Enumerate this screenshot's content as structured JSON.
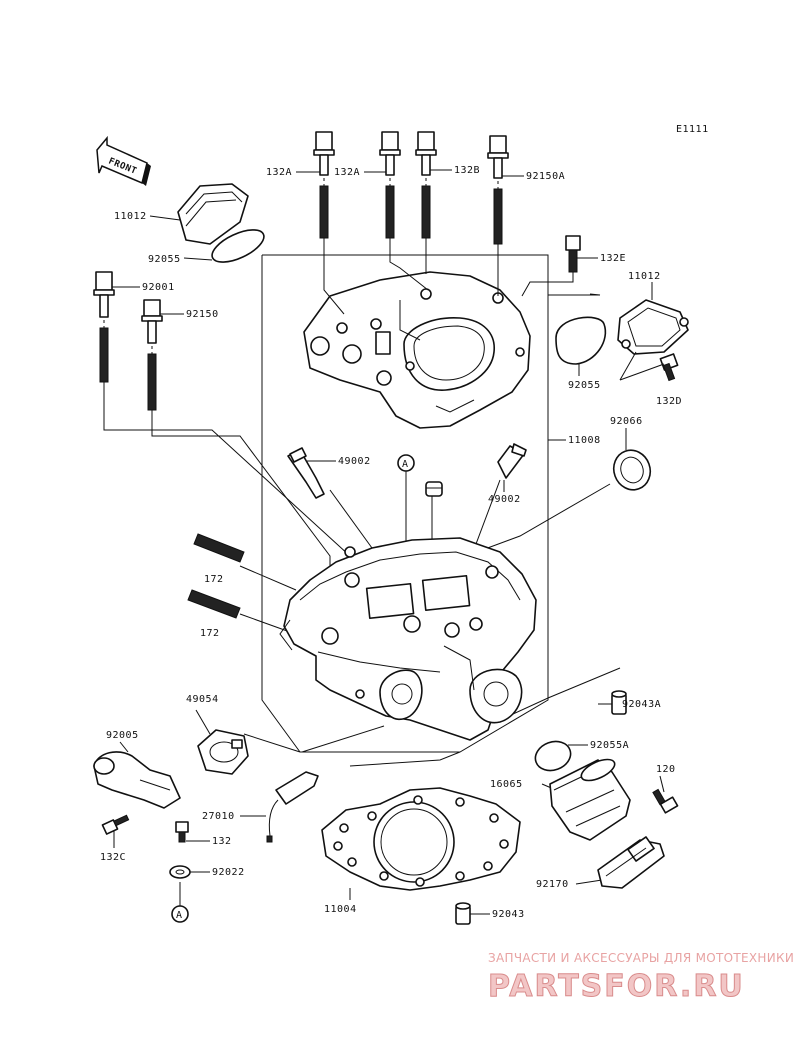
{
  "diagram": {
    "ref_code": "E1111",
    "front_label": "FRONT",
    "circle_ref": "A",
    "labels": {
      "p132A_1": "132A",
      "p132A_2": "132A",
      "p132B": "132B",
      "p92150A": "92150A",
      "p11012_a": "11012",
      "p92055_a": "92055",
      "p92001": "92001",
      "p92150": "92150",
      "p132E": "132E",
      "p11012_b": "11012",
      "p92055_b": "92055",
      "p132D": "132D",
      "p92066": "92066",
      "p11008": "11008",
      "p49002_a": "49002",
      "p49002_b": "49002",
      "p172_a": "172",
      "p172_b": "172",
      "p49054": "49054",
      "p92043A": "92043A",
      "p92005": "92005",
      "p92055A": "92055A",
      "p120": "120",
      "p16065": "16065",
      "p27010": "27010",
      "p132": "132",
      "p132C": "132C",
      "p92022": "92022",
      "p92170": "92170",
      "p11004": "11004",
      "p92043": "92043"
    }
  },
  "watermark": {
    "tagline": "ЗАПЧАСТИ И АКСЕССУАРЫ ДЛЯ МОТОТЕХНИКИ",
    "brand": "PARTSFOR.RU",
    "color": "#e07a7a"
  }
}
